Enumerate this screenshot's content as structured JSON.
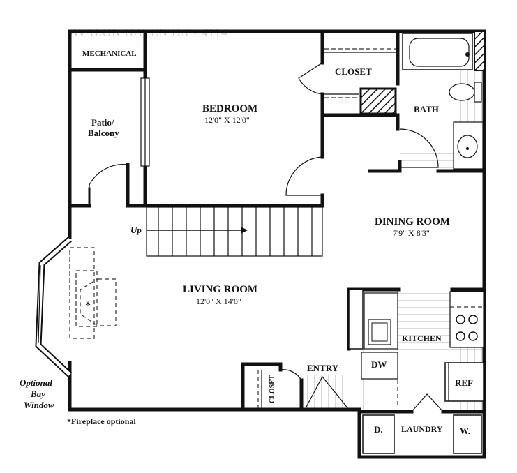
{
  "watermark_top": "AVALON HAVEN DR - 4114",
  "rooms": {
    "mechanical": "MECHANICAL",
    "patio_line1": "Patio/",
    "patio_line2": "Balcony",
    "bedroom_name": "BEDROOM",
    "bedroom_size": "12'0\" X 12'0\"",
    "closet_top": "CLOSET",
    "bath": "BATH",
    "dining_name": "DINING ROOM",
    "dining_size": "7'9\" X 8'3\"",
    "living_name": "LIVING ROOM",
    "living_size": "12'0\" X 14'0\"",
    "kitchen": "KITCHEN",
    "dw": "DW",
    "ref": "REF",
    "entry": "ENTRY",
    "closet_entry": "CLOSET",
    "laundry": "LAUNDRY",
    "dryer": "D.",
    "washer": "W."
  },
  "labels": {
    "stairs_up": "Up",
    "fireplace_marker": "*",
    "bay_line1": "Optional",
    "bay_line2": "Bay",
    "bay_line3": "Window",
    "fireplace_note": "*Fireplace optional"
  }
}
